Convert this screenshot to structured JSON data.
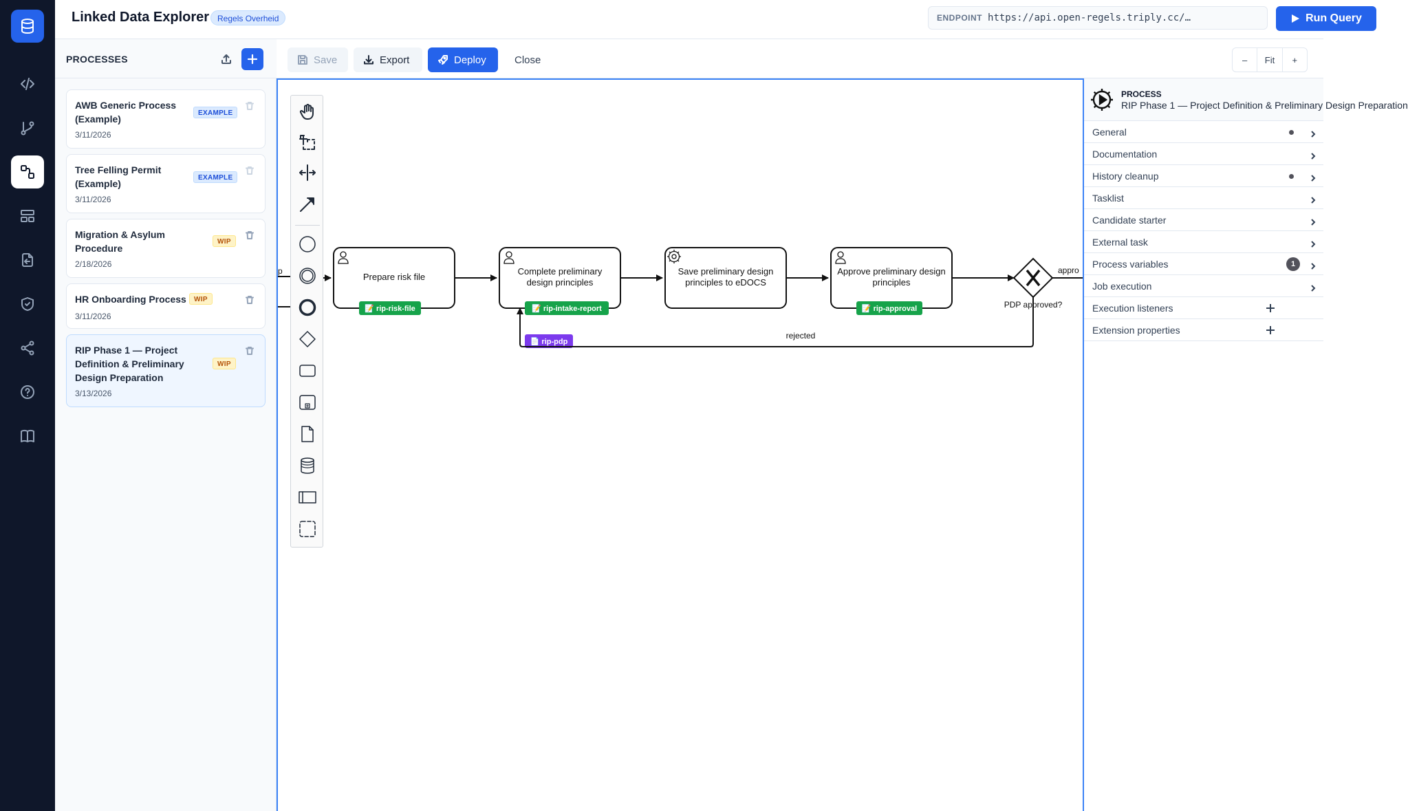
{
  "app": {
    "title": "Linked Data Explorer",
    "badge": "Regels Overheid",
    "endpoint_label": "ENDPOINT",
    "endpoint_url": "https://api.open-regels.triply.cc/…",
    "run_query_label": "Run Query"
  },
  "nav": {
    "items": [
      {
        "name": "database-icon",
        "active": false
      },
      {
        "name": "code-icon",
        "active": false
      },
      {
        "name": "branch-icon",
        "active": false
      },
      {
        "name": "process-icon",
        "active": true
      },
      {
        "name": "layout-icon",
        "active": false
      },
      {
        "name": "import-icon",
        "active": false
      },
      {
        "name": "shield-icon",
        "active": false
      },
      {
        "name": "share-icon",
        "active": false
      },
      {
        "name": "help-icon",
        "active": false
      },
      {
        "name": "book-icon",
        "active": false
      }
    ]
  },
  "processes": {
    "title": "PROCESSES",
    "items": [
      {
        "name_lines": [
          "AWB Generic Process",
          "(Example)"
        ],
        "tag": "EXAMPLE",
        "date": "3/11/2026",
        "selected": false
      },
      {
        "name_lines": [
          "Tree Felling Permit",
          "(Example)"
        ],
        "tag": "EXAMPLE",
        "date": "3/11/2026",
        "selected": false
      },
      {
        "name_lines": [
          "Migration & Asylum",
          "Procedure"
        ],
        "tag": "WIP",
        "date": "2/18/2026",
        "selected": false
      },
      {
        "name_lines": [
          "HR Onboarding Process"
        ],
        "tag": "WIP",
        "date": "3/11/2026",
        "selected": false
      },
      {
        "name_lines": [
          "RIP Phase 1 — Project",
          "Definition & Preliminary",
          "Design Preparation"
        ],
        "tag": "WIP",
        "date": "3/13/2026",
        "selected": true
      }
    ]
  },
  "toolbar": {
    "save": "Save",
    "export": "Export",
    "deploy": "Deploy",
    "close": "Close",
    "zoom_out": "–",
    "zoom_fit": "Fit",
    "zoom_in": "+"
  },
  "diagram": {
    "tasks": [
      {
        "label_lines": [
          "Prepare risk file"
        ],
        "kind": "user",
        "form": "📝 rip-risk-file"
      },
      {
        "label_lines": [
          "Complete preliminary",
          "design principles"
        ],
        "kind": "user",
        "form": "📝 rip-intake-report"
      },
      {
        "label_lines": [
          "Save preliminary design",
          "principles to eDOCS"
        ],
        "kind": "service",
        "form": ""
      },
      {
        "label_lines": [
          "Approve preliminary design",
          "principles"
        ],
        "kind": "user",
        "form": "📝 rip-approval"
      }
    ],
    "document_tag": "📄 rip-pdp",
    "gateway_label": "PDP approved?",
    "flow_rejected": "rejected",
    "flow_approved": "appro",
    "left_cut_label": "p"
  },
  "properties": {
    "kind": "PROCESS",
    "name": "RIP Phase 1 — Project Definition & Preliminary Design Preparation",
    "groups": [
      {
        "label": "General",
        "marker": "dot",
        "action": "chevron"
      },
      {
        "label": "Documentation",
        "marker": "",
        "action": "chevron"
      },
      {
        "label": "History cleanup",
        "marker": "dot",
        "action": "chevron"
      },
      {
        "label": "Tasklist",
        "marker": "",
        "action": "chevron"
      },
      {
        "label": "Candidate starter",
        "marker": "",
        "action": "chevron"
      },
      {
        "label": "External task",
        "marker": "",
        "action": "chevron"
      },
      {
        "label": "Process variables",
        "marker": "1",
        "action": "chevron"
      },
      {
        "label": "Job execution",
        "marker": "",
        "action": "chevron"
      },
      {
        "label": "Execution listeners",
        "marker": "",
        "action": "plus"
      },
      {
        "label": "Extension properties",
        "marker": "",
        "action": "plus"
      }
    ]
  },
  "colors": {
    "accent": "#2563eb",
    "nav_bg": "#0f172a",
    "form_tag": "#16a34a",
    "document_tag": "#7c3aed"
  }
}
